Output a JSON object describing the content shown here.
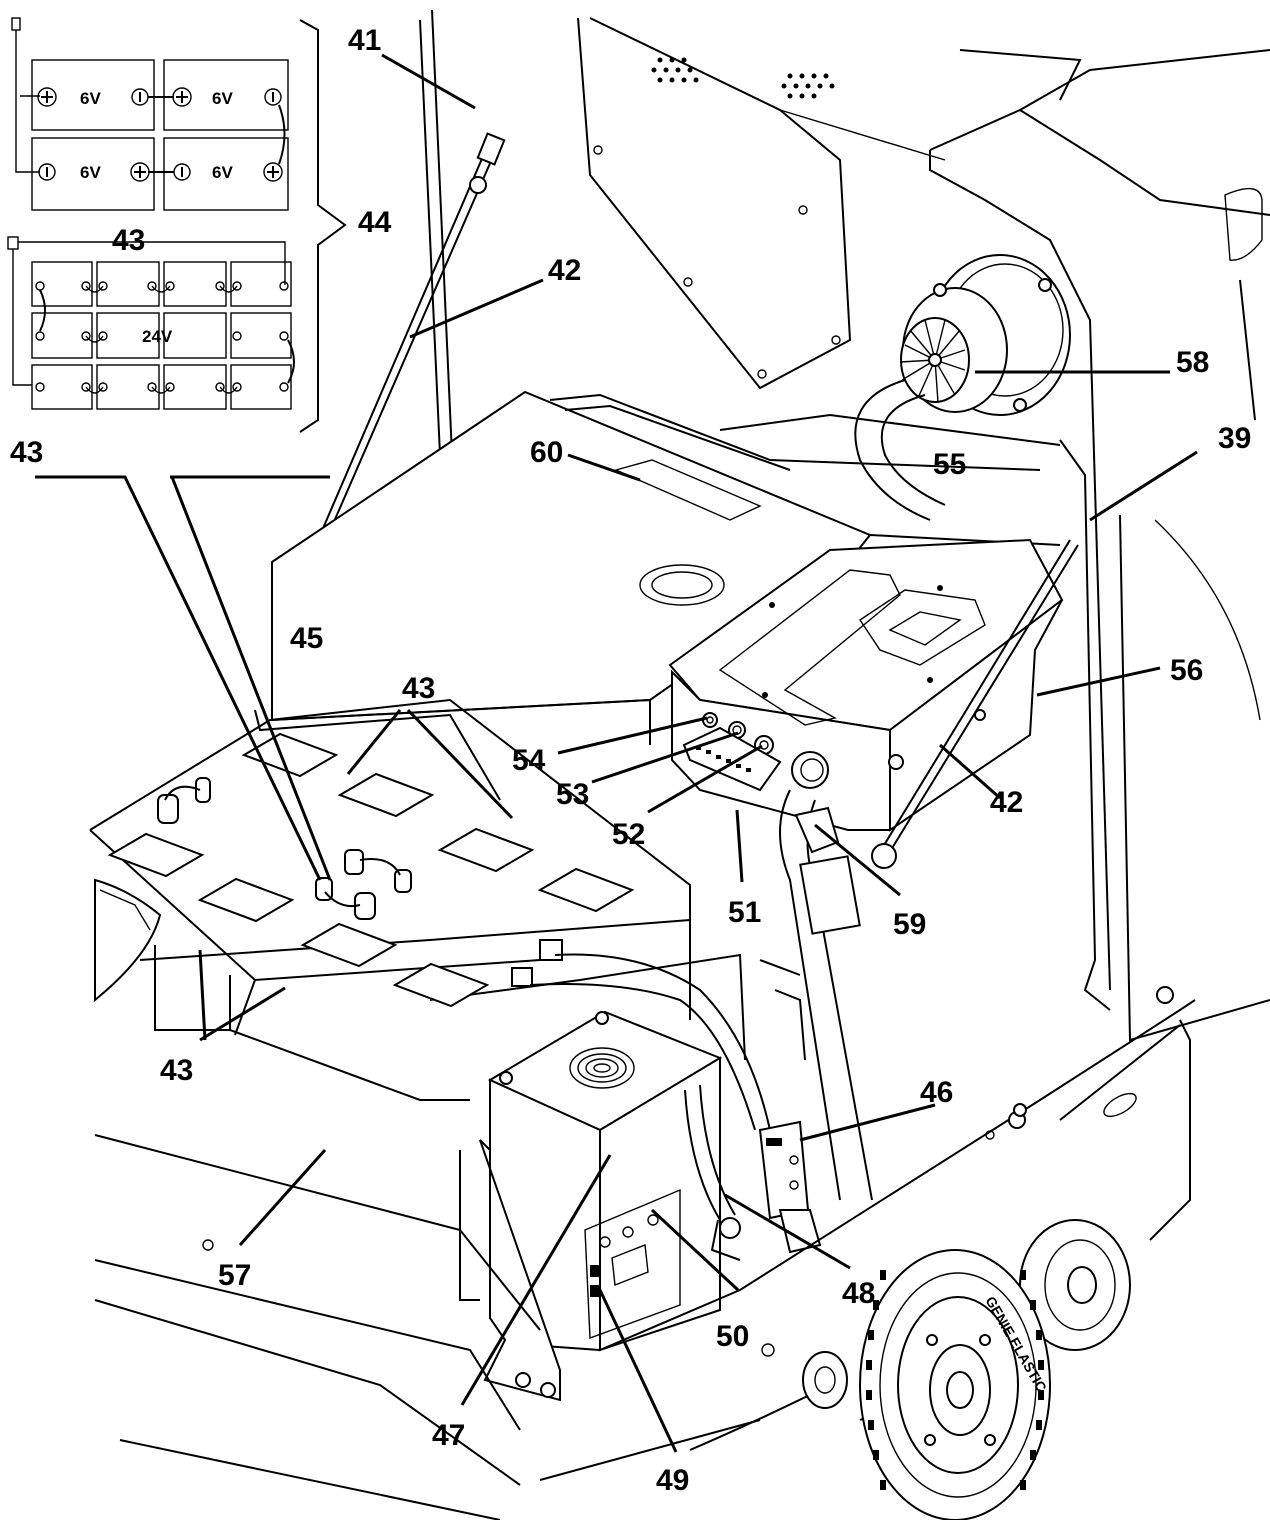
{
  "callouts": {
    "c41": "41",
    "c42a": "42",
    "c42b": "42",
    "c43a": "43",
    "c43b": "43",
    "c43c": "43",
    "c43d": "43",
    "c44": "44",
    "c45": "45",
    "c46": "46",
    "c47": "47",
    "c48": "48",
    "c49": "49",
    "c50": "50",
    "c51": "51",
    "c52": "52",
    "c53": "53",
    "c54": "54",
    "c55": "55",
    "c56": "56",
    "c57": "57",
    "c58": "58",
    "c59": "59",
    "c60": "60",
    "c39": "39"
  },
  "inset_6v": {
    "labels": [
      "6V",
      "6V",
      "6V",
      "6V"
    ]
  },
  "inset_24v": {
    "label": "24V"
  },
  "tire_text": "GENIE ELASTIC"
}
